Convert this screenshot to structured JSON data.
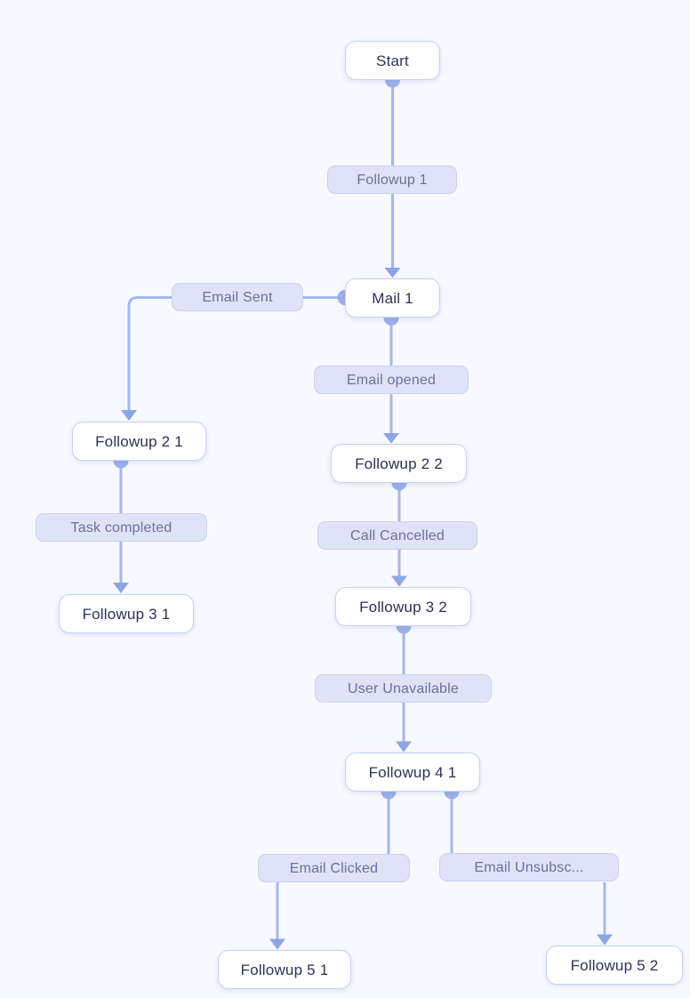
{
  "diagram_type": "workflow-flowchart",
  "theme": {
    "canvas_bg": "#f8f9fe",
    "edge_color": "#a6b6ea",
    "arrow_color": "#8ea5e4",
    "port_color": "#9dafe8",
    "node_bg": "#ffffff",
    "node_border": "#c7d1f3",
    "node_text": "#2f3156",
    "label_bg": "#dee3f7",
    "label_border": "#c9d2f1",
    "label_text": "#6c7198"
  },
  "nodes": [
    {
      "id": "start",
      "label": "Start"
    },
    {
      "id": "mail-1",
      "label": "Mail 1"
    },
    {
      "id": "followup-2-1",
      "label": "Followup 2 1"
    },
    {
      "id": "followup-2-2",
      "label": "Followup 2 2"
    },
    {
      "id": "followup-3-1",
      "label": "Followup 3 1"
    },
    {
      "id": "followup-3-2",
      "label": "Followup 3 2"
    },
    {
      "id": "followup-4-1",
      "label": "Followup 4 1"
    },
    {
      "id": "followup-5-1",
      "label": "Followup 5 1"
    },
    {
      "id": "followup-5-2",
      "label": "Followup 5 2"
    }
  ],
  "edges": [
    {
      "from": "Start",
      "label": "Followup 1",
      "to": "Mail 1"
    },
    {
      "from": "Mail 1",
      "label": "Email Sent",
      "to": "Followup 2 1"
    },
    {
      "from": "Mail 1",
      "label": "Email opened",
      "to": "Followup 2 2"
    },
    {
      "from": "Followup 2 1",
      "label": "Task completed",
      "to": "Followup 3 1"
    },
    {
      "from": "Followup 2 2",
      "label": "Call Cancelled",
      "to": "Followup 3 2"
    },
    {
      "from": "Followup 3 2",
      "label": "User Unavailable",
      "to": "Followup 4 1"
    },
    {
      "from": "Followup 4 1",
      "label": "Email Clicked",
      "to": "Followup 5 1"
    },
    {
      "from": "Followup 4 1",
      "label": "Email Unsubsc...",
      "to": "Followup 5 2"
    }
  ]
}
